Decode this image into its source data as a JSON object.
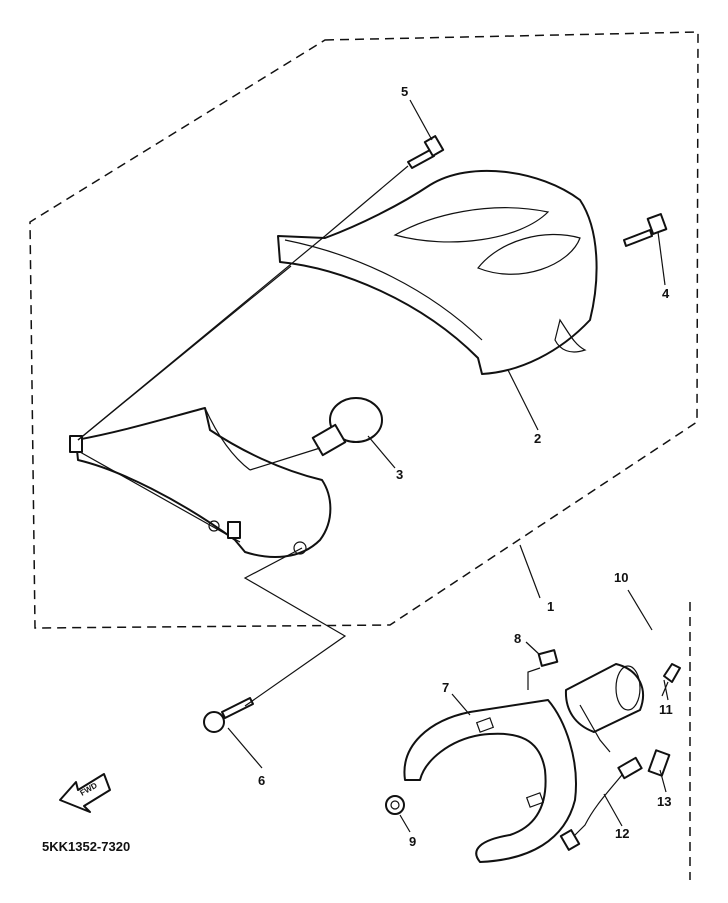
{
  "parts": [
    {
      "id": "p1",
      "number": "1"
    },
    {
      "id": "p2",
      "number": "2"
    },
    {
      "id": "p3",
      "number": "3"
    },
    {
      "id": "p4",
      "number": "4"
    },
    {
      "id": "p5",
      "number": "5"
    },
    {
      "id": "p6",
      "number": "6"
    },
    {
      "id": "p7",
      "number": "7"
    },
    {
      "id": "p8",
      "number": "8"
    },
    {
      "id": "p9",
      "number": "9"
    },
    {
      "id": "p10",
      "number": "10"
    },
    {
      "id": "p11",
      "number": "11"
    },
    {
      "id": "p12",
      "number": "12"
    },
    {
      "id": "p13",
      "number": "13"
    }
  ],
  "diagram_code": "5KK1352-7320",
  "fwd_label": "FWD"
}
